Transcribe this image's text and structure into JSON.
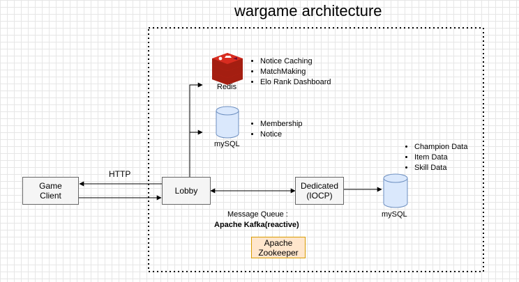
{
  "title": "wargame architecture",
  "nodes": {
    "game_client": [
      "Game",
      "Client"
    ],
    "lobby": "Lobby",
    "dedicated": [
      "Dedicated",
      "(IOCP)"
    ],
    "zookeeper": [
      "Apache",
      "Zookeeper"
    ],
    "redis": "Redis",
    "mysql_top": "mySQL",
    "mysql_right": "mySQL"
  },
  "edges": {
    "http_label": "HTTP",
    "mq_label": "Message Queue :",
    "mq_tech": "Apache Kafka(reactive)"
  },
  "lists": {
    "redis": [
      "Notice Caching",
      "MatchMaking",
      "Elo Rank Dashboard"
    ],
    "mysql_top": [
      "Membership",
      "Notice"
    ],
    "mysql_right": [
      "Champion Data",
      "Item Data",
      "Skill Data"
    ]
  },
  "icons": {
    "redis": "redis-logo-icon",
    "database": "database-cylinder-icon"
  },
  "colors": {
    "redis_red": "#c6302b",
    "db_fill": "#dae8fc",
    "db_stroke": "#6c8ebf",
    "zookeeper_fill": "#ffe6cc",
    "zookeeper_stroke": "#d79b00"
  }
}
